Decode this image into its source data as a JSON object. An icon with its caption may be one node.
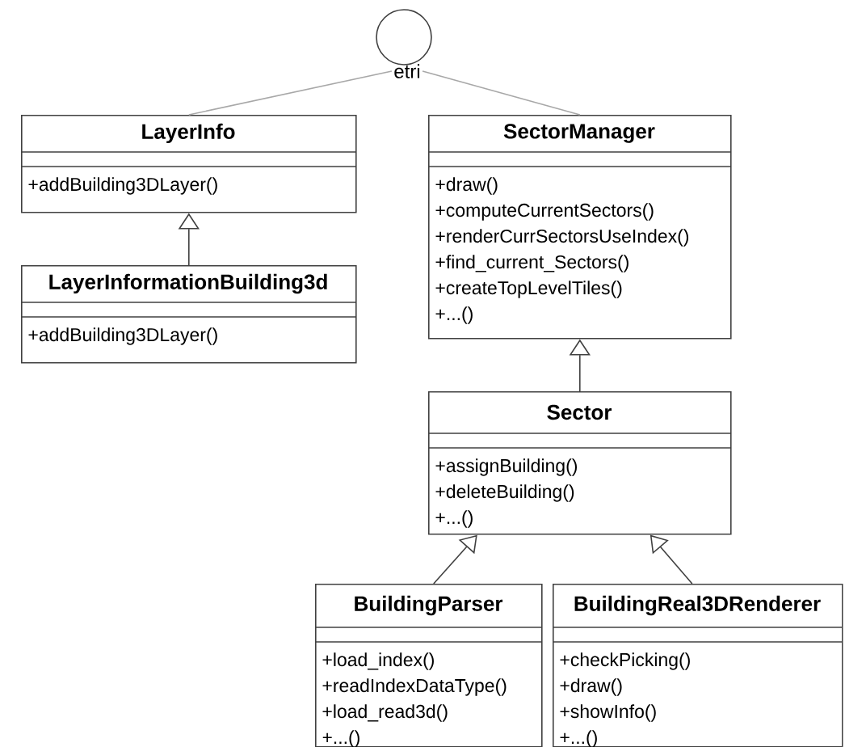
{
  "diagram": {
    "nodes": [
      {
        "text": [
          "etri"
        ]
      },
      {
        "text": [
          "LayerInfo",
          "+addBuilding3DLayer()"
        ]
      },
      {
        "text": [
          "LayerInformationBuilding3d",
          "+addBuilding3DLayer()"
        ]
      },
      {
        "text": [
          "SectorManager",
          "+draw()",
          "+computeCurrentSectors()",
          "+renderCurrSectorsUseIndex()",
          "+find_current_Sectors()",
          "+createTopLevelTiles()",
          "+...()"
        ]
      },
      {
        "text": [
          "Sector",
          "+assignBuilding()",
          "+deleteBuilding()",
          "+...()"
        ]
      },
      {
        "text": [
          "BuildingParser",
          "+load_index()",
          "+readIndexDataType()",
          "+load_read3d()",
          "+...()"
        ]
      },
      {
        "text": [
          "BuildingReal3DRenderer",
          "+checkPicking()",
          "+draw()",
          "+showInfo()",
          "+...()"
        ]
      }
    ],
    "edges": [
      {
        "from": 0,
        "to": 1,
        "arrow": "none",
        "color": "#a8a8a8"
      },
      {
        "from": 0,
        "to": 3,
        "arrow": "none",
        "color": "#a8a8a8"
      },
      {
        "from": 2,
        "to": 1,
        "arrow": "to"
      },
      {
        "from": 4,
        "to": 3,
        "arrow": "to"
      },
      {
        "from": 5,
        "to": 4,
        "arrow": "to"
      },
      {
        "from": 6,
        "to": 4,
        "arrow": "to"
      }
    ]
  }
}
